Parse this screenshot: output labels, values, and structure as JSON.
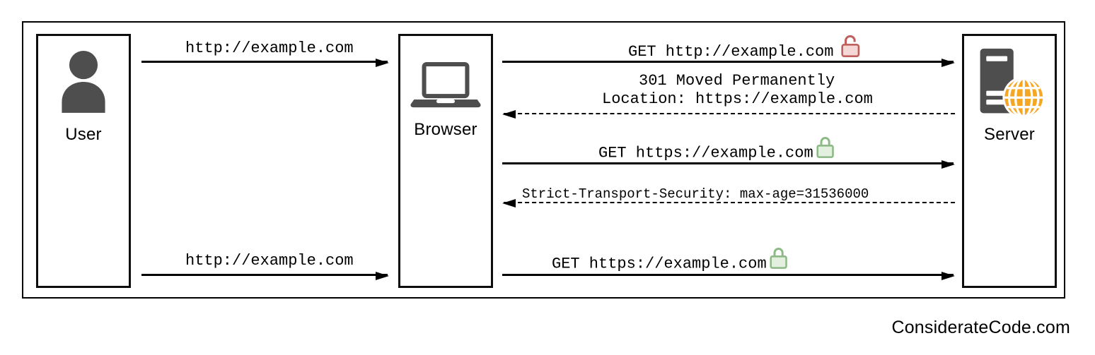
{
  "diagram": {
    "title_hint": "HSTS redirect sequence diagram",
    "actors": [
      {
        "id": "user",
        "label": "User",
        "icon": "person-icon"
      },
      {
        "id": "browser",
        "label": "Browser",
        "icon": "laptop-icon"
      },
      {
        "id": "server",
        "label": "Server",
        "icon": "server-globe-icon"
      }
    ],
    "messages": [
      {
        "from": "user",
        "to": "browser",
        "style": "solid",
        "label": "http://example.com"
      },
      {
        "from": "browser",
        "to": "server",
        "style": "solid",
        "label": "GET http://example.com",
        "lock": "open-red-lock-icon"
      },
      {
        "from": "server",
        "to": "browser",
        "style": "dashed",
        "label_lines": [
          "301 Moved Permanently",
          "Location: https://example.com"
        ]
      },
      {
        "from": "browser",
        "to": "server",
        "style": "solid",
        "label": "GET https://example.com",
        "lock": "closed-green-lock-icon"
      },
      {
        "from": "server",
        "to": "browser",
        "style": "dashed",
        "label": "Strict-Transport-Security: max-age=31536000"
      },
      {
        "from": "user",
        "to": "browser",
        "style": "solid",
        "label": "http://example.com"
      },
      {
        "from": "browser",
        "to": "server",
        "style": "solid",
        "label": "GET https://example.com",
        "lock": "closed-green-lock-icon"
      }
    ],
    "footer": "ConsiderateCode.com",
    "colors": {
      "icon_gray": "#4e4e4e",
      "globe_orange": "#F5A623",
      "lock_red_stroke": "#c0605c",
      "lock_red_fill": "#f5d7d5",
      "lock_green_stroke": "#8cb985",
      "lock_green_fill": "#e3f0df",
      "line_black": "#000000"
    }
  }
}
